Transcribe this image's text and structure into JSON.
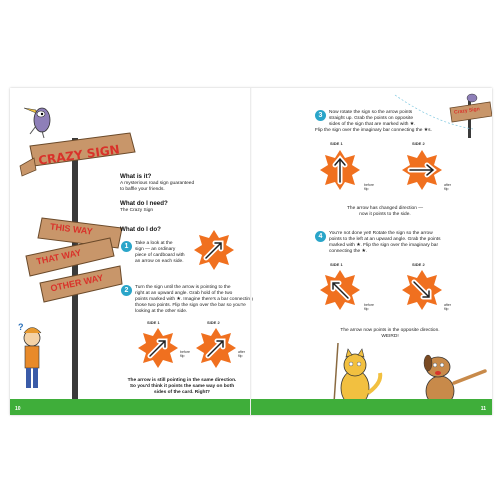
{
  "left_page": {
    "signs": {
      "main": "CRAZY SIGN",
      "this_way": "THIS WAY",
      "that_way": "THAT WAY",
      "other_way": "OTHER WAY"
    },
    "what_is_it": {
      "heading": "What is it?",
      "body_1": "A mysterious road sign guaranteed",
      "body_2": "to baffle your friends."
    },
    "what_need": {
      "heading": "What do I need?",
      "body": "The Crazy Sign"
    },
    "what_do": {
      "heading": "What do I do?"
    },
    "step1": {
      "number": "1",
      "lines": [
        "Take a look at the",
        "sign — an ordinary",
        "piece of cardboard with",
        "an arrow on each side."
      ]
    },
    "step2": {
      "number": "2",
      "lines": [
        "Turn the sign until the arrow is pointing to the",
        "right at an upward angle. Grab hold of the two",
        "points marked with ★. Imagine there's a bar connecting",
        "those two points. Flip the sign over the bar so you're",
        "looking at the other side."
      ]
    },
    "side1_label": "SIDE 1",
    "side2_label": "SIDE 2",
    "before_flip": [
      "before",
      "flip"
    ],
    "after_flip": [
      "after",
      "flip"
    ],
    "caption": [
      "The arrow is still pointing in the same direction.",
      "So you'd think it points the same way on both",
      "sides of the card. Right?"
    ],
    "page_number": "10"
  },
  "right_page": {
    "corner_sign": "Crazy Sign",
    "step3": {
      "number": "3",
      "lines": [
        "Now rotate the sign so the arrow points",
        "straight up. Grab the points on opposite",
        "sides of the sign that are marked with ★.",
        "Flip the sign over the imaginary bar connecting the ★s."
      ]
    },
    "step3_caption": [
      "The arrow has changed direction —",
      "now it points to the side."
    ],
    "step4": {
      "number": "4",
      "lines": [
        "You're not done yet! Rotate the sign so the arrow",
        "points to the left at an upward angle. Grab the points",
        "marked with ★. Flip the sign over the imaginary bar",
        "connecting the ★."
      ]
    },
    "step4_caption": [
      "The arrow now points in the opposite direction.",
      "WEIRD!"
    ],
    "side1_label": "SIDE 1",
    "side2_label": "SIDE 2",
    "before_flip": [
      "before",
      "flip"
    ],
    "after_flip": [
      "after",
      "flip"
    ],
    "page_number": "11"
  },
  "colors": {
    "sign_orange": "#f0701f",
    "step_blue": "#2aa5c9",
    "grass_green": "#3fae3a",
    "wood": "#c8966a",
    "wood_text": "#d9322a"
  }
}
